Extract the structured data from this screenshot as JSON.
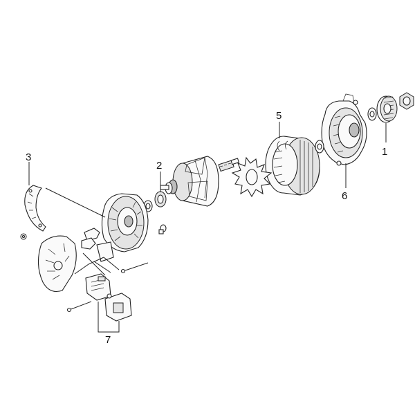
{
  "callouts": [
    {
      "id": "1",
      "text": "1"
    },
    {
      "id": "2",
      "text": "2"
    },
    {
      "id": "3",
      "text": "3"
    },
    {
      "id": "5",
      "text": "5"
    },
    {
      "id": "6",
      "text": "6"
    },
    {
      "id": "7",
      "text": "7"
    }
  ]
}
